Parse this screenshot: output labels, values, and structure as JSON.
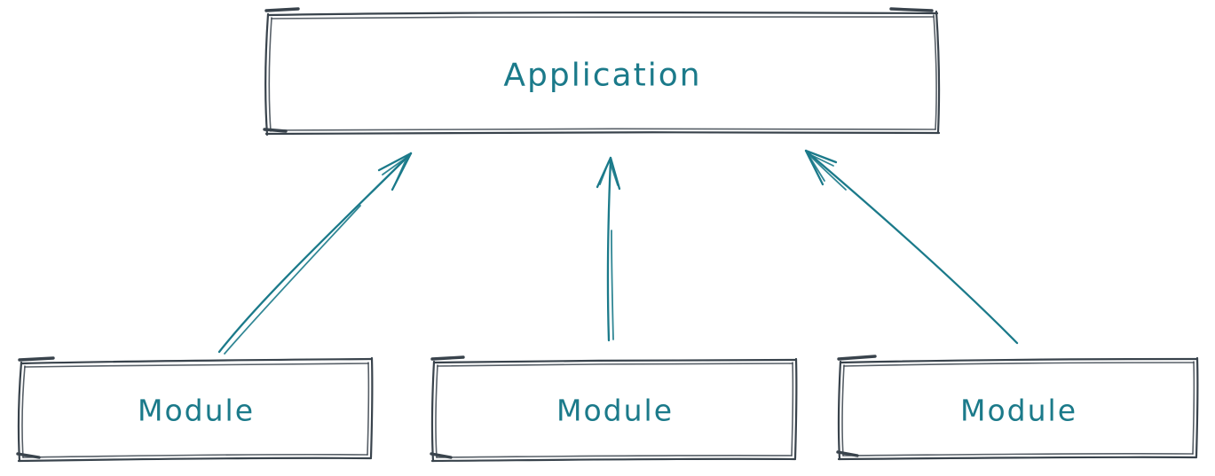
{
  "diagram": {
    "colors": {
      "background": "#ffffff",
      "box_stroke": "#39434c",
      "accent": "#1b7a8a"
    },
    "nodes": [
      {
        "id": "application",
        "label": "Application"
      },
      {
        "id": "module-left",
        "label": "Module"
      },
      {
        "id": "module-center",
        "label": "Module"
      },
      {
        "id": "module-right",
        "label": "Module"
      }
    ],
    "edges": [
      {
        "from": "module-left",
        "to": "application"
      },
      {
        "from": "module-center",
        "to": "application"
      },
      {
        "from": "module-right",
        "to": "application"
      }
    ]
  }
}
